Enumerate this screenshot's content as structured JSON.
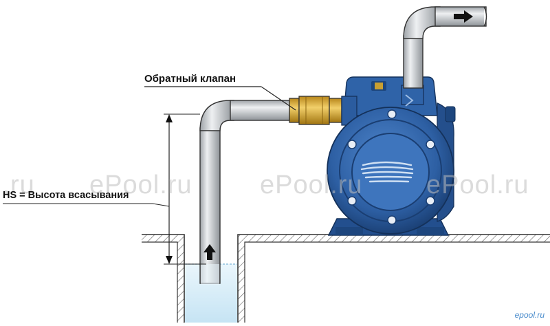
{
  "labels": {
    "check_valve": "Обратный клапан",
    "suction_height": "HS = Высота всасывания"
  },
  "watermarks": [
    "l.ru",
    "ePool.ru",
    "ePool.ru",
    "ePool.ru"
  ],
  "corner_logo": "epool.ru",
  "colors": {
    "pipe": "#c4c8cc",
    "pipe_outline": "#333333",
    "pump_body": "#2f63a8",
    "pump_dark": "#1d467e",
    "valve_brass": "#d4a52c",
    "water": "#d6ecf7",
    "ground_hatch": "#555555"
  }
}
